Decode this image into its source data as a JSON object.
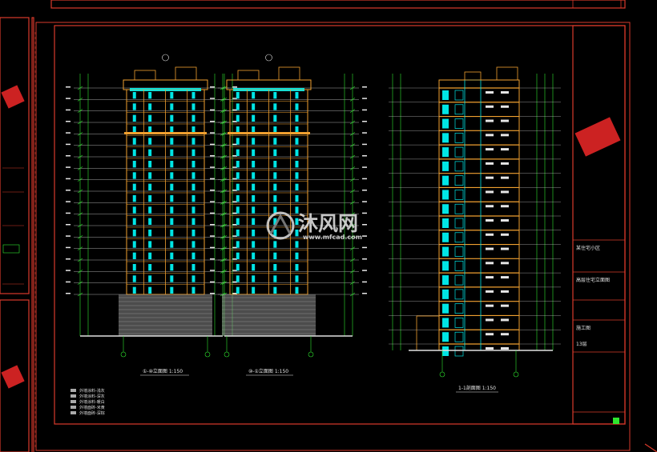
{
  "drawing": {
    "elevation_left_title": "①-⑩立面图 1:150",
    "elevation_right_title": "⑩-①立面图 1:150",
    "section_title": "1-1剖面图 1:150",
    "floors": 18,
    "legend_items": [
      "外墙涂料-浅灰",
      "外墙涂料-深灰",
      "外墙涂料-暖白",
      "外墙面砖-米黄",
      "外墙面砖-深棕"
    ]
  },
  "title_block": {
    "project": "某住宅小区",
    "drawing_name": "高层住宅立面图",
    "stage": "施工图",
    "note": "13层"
  },
  "watermark": {
    "brand": "沐风网",
    "url": "www.mfcad.com"
  },
  "colors": {
    "frame": "#d93a2b",
    "grid": "#e0e0e0",
    "dims": "#2ee62e",
    "facade": "#f0a030",
    "glass": "#00e5e5",
    "base": "#8a8a8a"
  }
}
